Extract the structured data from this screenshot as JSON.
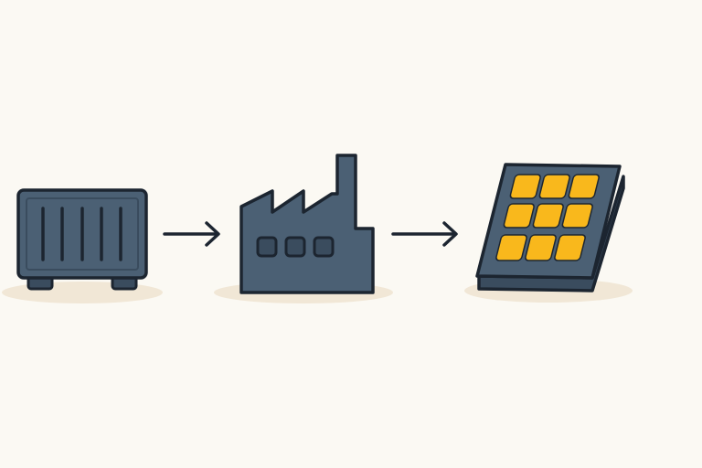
{
  "colors": {
    "background": "#fbf9f3",
    "body": "#4b6074",
    "body_dark": "#3a4c5e",
    "outline": "#1c2530",
    "shadow": "#f1e7d6",
    "solar_cell": "#f9b81c",
    "arrow": "#1c2530"
  },
  "steps": [
    {
      "icon": "container-icon"
    },
    {
      "icon": "factory-icon"
    },
    {
      "icon": "solar-panel-icon"
    }
  ],
  "connectors": [
    {
      "icon": "arrow-right-icon",
      "from": 0,
      "to": 1
    },
    {
      "icon": "arrow-right-icon",
      "from": 1,
      "to": 2
    }
  ]
}
